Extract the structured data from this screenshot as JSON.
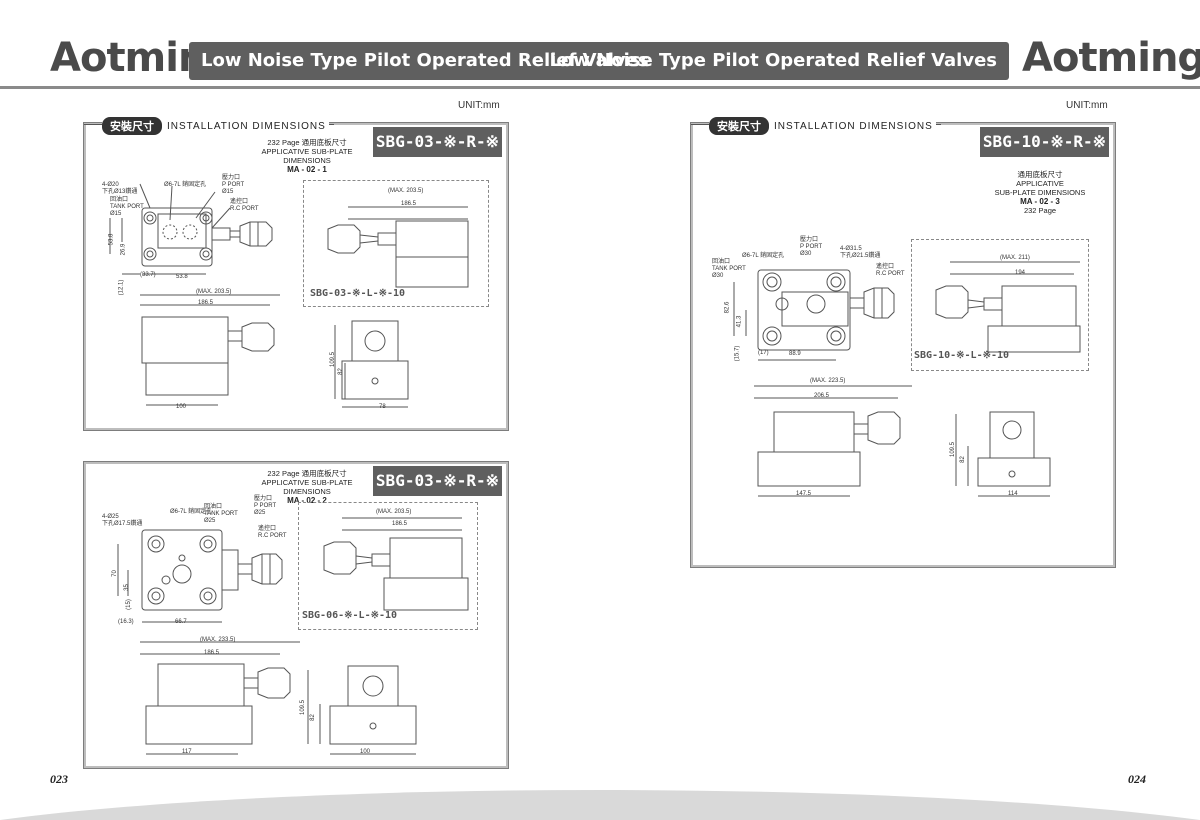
{
  "brand": {
    "logo_left": "Aotming",
    "logo_right": "Aotming"
  },
  "header": {
    "title_left": "Low Noise Type Pilot Operated Relief Valves",
    "title_right": "Low Noise Type Pilot Operated Relief Valves"
  },
  "left_page": {
    "unit": "UNIT:mm",
    "section_cn": "安裝尺寸",
    "section_en": "INSTALLATION DIMENSIONS",
    "page_number": "023",
    "panel1": {
      "model": "SBG-03-※-R-※",
      "ref_line1": "232 Page  通用底板尺寸",
      "ref_line2": "APPLICATIVE SUB-PLATE DIMENSIONS",
      "ref_line3": "MA - 02 - 1",
      "subplate_model": "SBG-03-※-L-※-10",
      "labels": {
        "holes": "4-Ø20",
        "holes2": "下孔Ø13鑽通",
        "pin": "Ø6-7L 銷固定孔",
        "tank_cn": "回油口",
        "tank": "TANK PORT",
        "tank_d": "Ø15",
        "p_cn": "壓力口",
        "p": "P PORT",
        "p_d": "Ø15",
        "rc_cn": "遙控口",
        "rc": "R.C PORT"
      },
      "dims": {
        "d1": "53.8",
        "d2": "26.9",
        "d3": "(33.7)",
        "d4": "53.8",
        "d5": "(12.1)",
        "max": "(MAX. 203.5)",
        "len": "186.5",
        "base": "100",
        "ht1": "109.5",
        "ht2": "82",
        "w": "78",
        "sp_max": "(MAX. 203.5)",
        "sp_len": "186.5"
      }
    },
    "panel2": {
      "model": "SBG-03-※-R-※",
      "ref_line1": "232 Page  通用底板尺寸",
      "ref_line2": "APPLICATIVE SUB-PLATE DIMENSIONS",
      "ref_line3": "MA - 02 - 2",
      "subplate_model": "SBG-06-※-L-※-10",
      "labels": {
        "holes": "4-Ø25",
        "holes2": "下孔Ø17.5鑽通",
        "pin": "Ø6-7L 銷固定孔",
        "tank_cn": "回油口",
        "tank": "TANK PORT",
        "tank_d": "Ø25",
        "p_cn": "壓力口",
        "p": "P PORT",
        "p_d": "Ø25",
        "rc_cn": "遙控口",
        "rc": "R.C PORT"
      },
      "dims": {
        "d1": "70",
        "d2": "35",
        "d3": "(15)",
        "d4": "(16.3)",
        "d5": "66.7",
        "max": "(MAX. 233.5)",
        "len": "186.5",
        "base": "117",
        "ht1": "109.5",
        "ht2": "82",
        "w": "100",
        "sp_max": "(MAX. 203.5)",
        "sp_len": "186.5"
      }
    }
  },
  "right_page": {
    "unit": "UNIT:mm",
    "section_cn": "安裝尺寸",
    "section_en": "INSTALLATION DIMENSIONS",
    "page_number": "024",
    "panel3": {
      "model": "SBG-10-※-R-※",
      "ref_line1": "通用底板尺寸",
      "ref_line2": "APPLICATIVE",
      "ref_line3": "SUB-PLATE DIMENSIONS",
      "ref_line4": "MA - 02 - 3",
      "ref_line5": "232 Page",
      "subplate_model": "SBG-10-※-L-※-10",
      "labels": {
        "holes": "4-Ø31.5",
        "holes2": "下孔Ø21.5鑽通",
        "pin": "Ø6-7L 銷固定孔",
        "tank_cn": "回油口",
        "tank": "TANK PORT",
        "tank_d": "Ø30",
        "p_cn": "壓力口",
        "p": "P PORT",
        "p_d": "Ø30",
        "rc_cn": "遙控口",
        "rc": "R.C PORT"
      },
      "dims": {
        "d1": "82.6",
        "d2": "41.3",
        "d3": "(15.7)",
        "d4": "(17)",
        "d5": "88.9",
        "max": "(MAX. 223.5)",
        "len": "206.5",
        "base": "147.5",
        "ht1": "109.5",
        "ht2": "82",
        "w": "114",
        "sp_max": "(MAX. 211)",
        "sp_len": "194"
      }
    }
  }
}
